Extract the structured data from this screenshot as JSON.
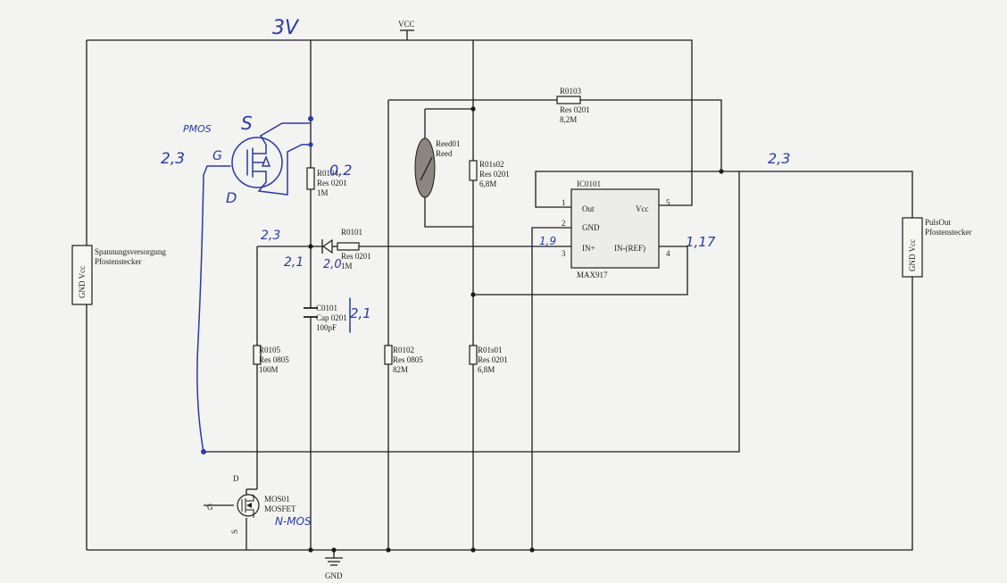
{
  "supply": {
    "name": "VCC",
    "hand_voltage": "3V"
  },
  "ground": {
    "name": "GND"
  },
  "connectors": {
    "power": {
      "pins": "GND  Vcc",
      "name": "Spannungsversorgung",
      "type": "Pfostenstecker"
    },
    "pulse": {
      "pins": "GND  Vcc",
      "name": "PulsOut",
      "type": "Pfostenstecker"
    }
  },
  "resistors": [
    {
      "ref": "R0103",
      "pkg": "Res 0201",
      "value": "8,2M"
    },
    {
      "ref": "R0104",
      "pkg": "Res 0201",
      "value": "1M"
    },
    {
      "ref": "R0101",
      "pkg": "Res 0201",
      "value": "1M"
    },
    {
      "ref": "R0105",
      "pkg": "Res 0805",
      "value": "100M"
    },
    {
      "ref": "R0102",
      "pkg": "Res 0805",
      "value": "82M"
    },
    {
      "ref": "R01s02",
      "pkg": "Res 0201",
      "value": "6,8M"
    },
    {
      "ref": "R01s01",
      "pkg": "Res 0201",
      "value": "6,8M"
    }
  ],
  "capacitor": {
    "ref": "C0101",
    "pkg": "Cap 0201",
    "value": "100pF"
  },
  "reed": {
    "ref": "Reed01",
    "type": "Reed"
  },
  "mosfet": {
    "ref": "MOS01",
    "type": "MOSFET",
    "pin_g": "G",
    "pin_d": "D",
    "pin_s": "S"
  },
  "ic": {
    "ref": "IC0101",
    "part": "MAX917",
    "pins": [
      {
        "num": "1",
        "name": "Out"
      },
      {
        "num": "2",
        "name": "GND"
      },
      {
        "num": "3",
        "name": "IN+"
      },
      {
        "num": "4",
        "name": "IN-(REF)"
      },
      {
        "num": "5",
        "name": "Vcc"
      }
    ]
  },
  "annotations": {
    "pmos": "PMOS",
    "pmos_g_voltage": "2,3",
    "pmos_s": "S",
    "pmos_g": "G",
    "pmos_d": "D",
    "r0104_voltage": "0,2",
    "node_voltage": "2,3",
    "diode_left": "2,1",
    "diode_right": "2,0",
    "cap_voltage": "2,1",
    "in_plus_voltage": "1,9",
    "ref_voltage": "1,17",
    "out_voltage": "2,3",
    "nmos": "N-MOS"
  }
}
